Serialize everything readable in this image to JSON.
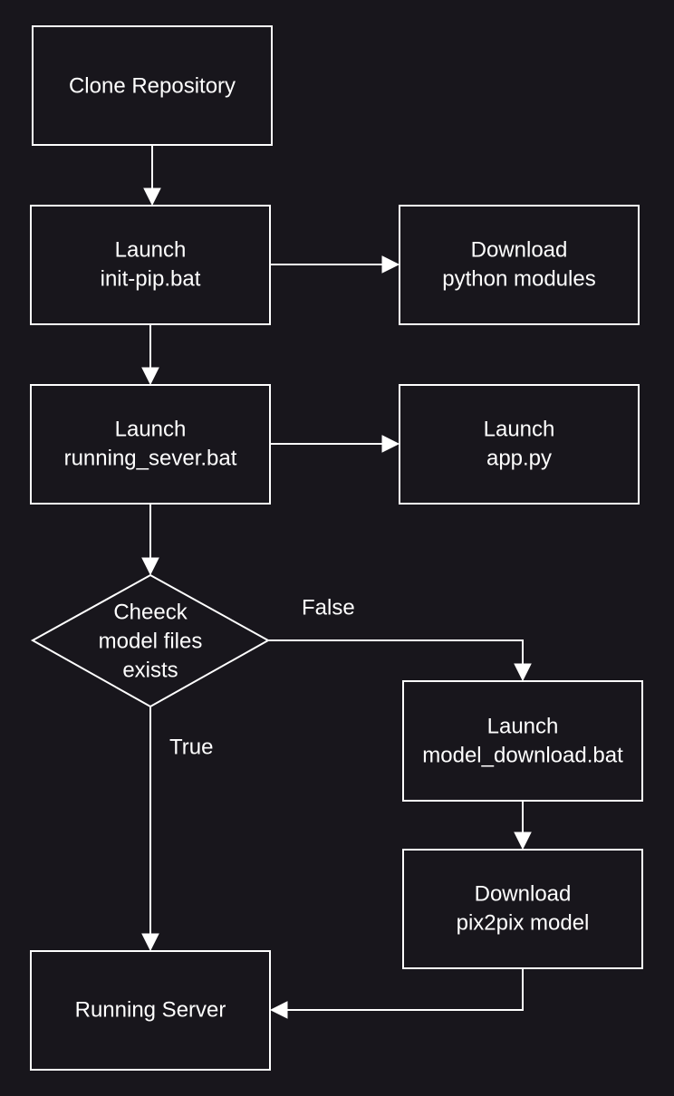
{
  "colors": {
    "background": "#18161c",
    "stroke": "#ffffff",
    "text": "#ffffff"
  },
  "nodes": {
    "clone_repository": {
      "line1": "Clone Repository"
    },
    "launch_init_pip": {
      "line1": "Launch",
      "line2": "init-pip.bat"
    },
    "download_python_modules": {
      "line1": "Download",
      "line2": "python modules"
    },
    "launch_running_server": {
      "line1": "Launch",
      "line2": "running_sever.bat"
    },
    "launch_app_py": {
      "line1": "Launch",
      "line2": "app.py"
    },
    "check_model_files": {
      "line1": "Cheeck",
      "line2": "model files",
      "line3": "exists"
    },
    "launch_model_download": {
      "line1": "Launch",
      "line2": "model_download.bat"
    },
    "download_pix2pix": {
      "line1": "Download",
      "line2": "pix2pix model"
    },
    "running_server": {
      "line1": "Running Server"
    }
  },
  "edge_labels": {
    "false_label": "False",
    "true_label": "True"
  }
}
